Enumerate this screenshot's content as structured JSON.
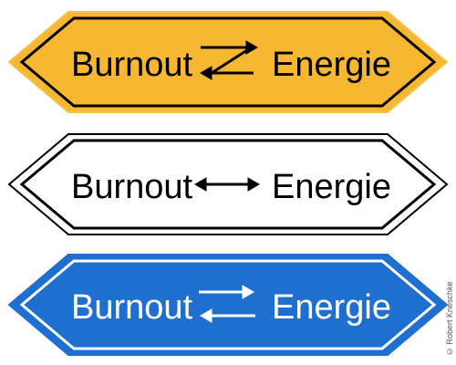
{
  "signs": [
    {
      "left": "Burnout",
      "right": "Energie",
      "arrow": "zigzag-exchange-icon",
      "fill": "#f7b731",
      "text_color": "#000000"
    },
    {
      "left": "Burnout",
      "right": "Energie",
      "arrow": "double-headed-arrow-icon",
      "fill": "#ffffff",
      "text_color": "#000000"
    },
    {
      "left": "Burnout",
      "right": "Energie",
      "arrow": "exchange-arrows-icon",
      "fill": "#1f6fd1",
      "text_color": "#ffffff"
    }
  ],
  "watermark": "© Robert Kneschke"
}
